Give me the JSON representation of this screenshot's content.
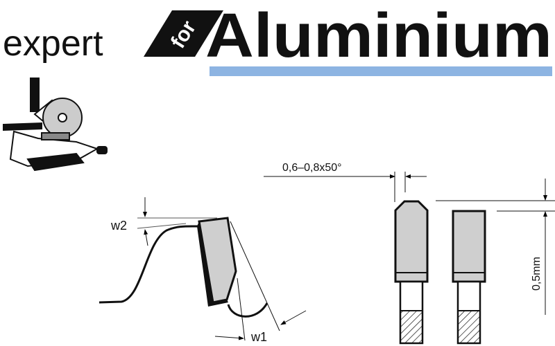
{
  "header": {
    "word_expert": "expert",
    "word_for": "for",
    "word_aluminium": "Aluminium",
    "accent_color": "#8db4e2"
  },
  "diagram": {
    "tooth_labels": {
      "w1": "w1",
      "w2": "w2"
    },
    "chamfer_label": "0,6–0,8x50°",
    "height_label": "0,5mm",
    "tooth_fill": "#cfcfcf"
  },
  "icons": {
    "saw": "miter-saw-icon"
  }
}
